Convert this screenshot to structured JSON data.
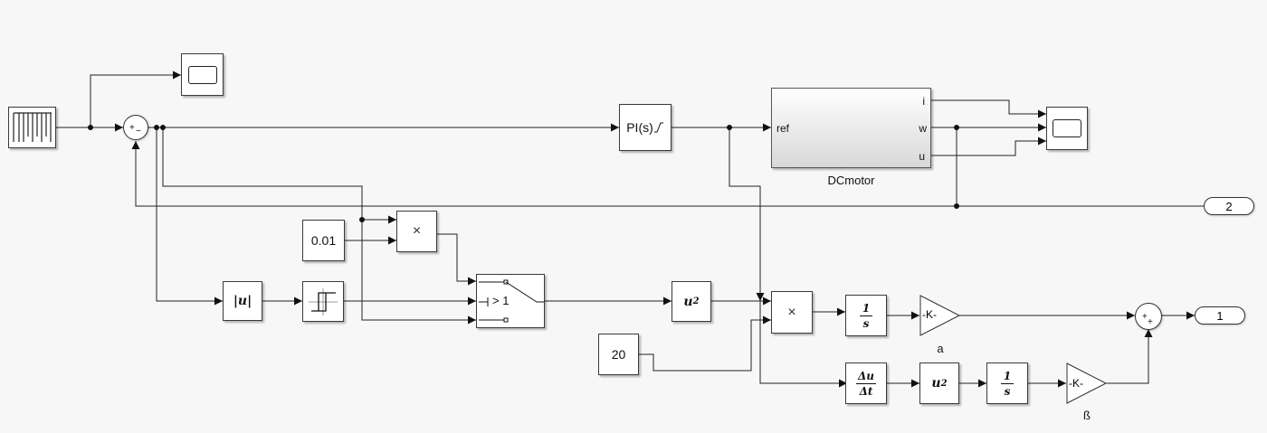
{
  "blocks": {
    "pi": "PI(s)",
    "const_small": "0.01",
    "const_big": "20",
    "mult": "×",
    "abs": "|u|",
    "sq": "u",
    "sq_exp": "2",
    "switch_label": "> 1",
    "int_num": "1",
    "int_den": "s",
    "deriv_num": "Δu",
    "deriv_den": "Δt",
    "gain": "-K-"
  },
  "dcmotor": {
    "name": "DCmotor",
    "in_port": "ref",
    "out_ports": [
      "i",
      "w",
      "u"
    ]
  },
  "captions": {
    "gain_a": "a",
    "gain_b": "ß"
  },
  "outports": [
    "1",
    "2"
  ],
  "sum_signs": {
    "plus": "+",
    "minus": "−"
  },
  "colors": {
    "background": "#f7f7f7",
    "line": "#222222",
    "block_border": "#3a3a3a"
  }
}
